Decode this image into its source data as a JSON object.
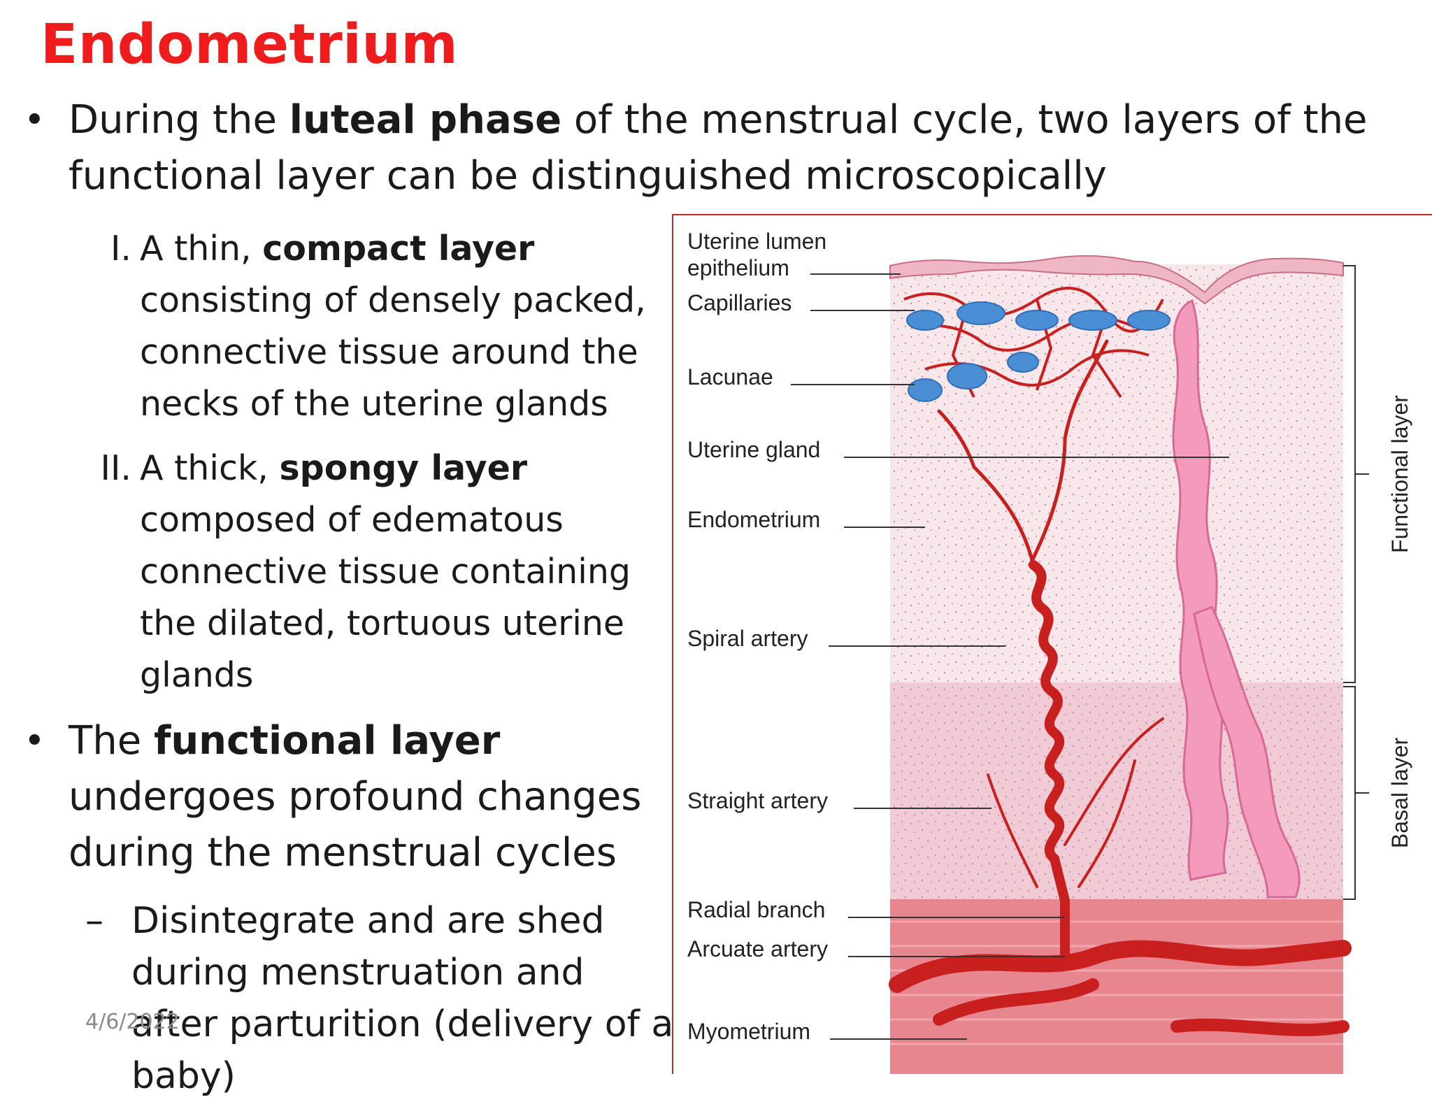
{
  "title": "Endometrium",
  "bullet1": {
    "pre": "During the ",
    "bold": "luteal phase",
    "post": " of the menstrual cycle, two layers of the functional layer can be distinguished microscopically"
  },
  "sub1": {
    "numeral": "I.",
    "pre": "A thin, ",
    "bold": "compact layer",
    "post": " consisting of densely packed, connective tissue around the necks of the uterine glands"
  },
  "sub2": {
    "numeral": "II.",
    "pre": "A thick, ",
    "bold": "spongy layer",
    "post": " composed of edematous connective tissue containing the dilated, tortuous uterine glands"
  },
  "bullet2": {
    "pre": "The ",
    "bold": "functional layer",
    "post": " undergoes profound changes during the menstrual cycles"
  },
  "subsub": {
    "dash": "–",
    "text": "Disintegrate and are shed during menstruation and after parturition (delivery of a baby)"
  },
  "date": "4/6/2022",
  "figure": {
    "labels": {
      "lumen_line1": "Uterine lumen",
      "lumen_line2": "epithelium",
      "capillaries": "Capillaries",
      "lacunae": "Lacunae",
      "uterine_gland": "Uterine gland",
      "endometrium": "Endometrium",
      "spiral_artery": "Spiral artery",
      "straight_artery": "Straight artery",
      "radial_branch": "Radial branch",
      "arcuate_artery": "Arcuate artery",
      "myometrium": "Myometrium",
      "functional_layer": "Functional layer",
      "basal_layer": "Basal layer"
    },
    "colors": {
      "functional": "#f7e6ea",
      "basal": "#f0cad4",
      "myometrium": "#e8868f",
      "artery": "#c8201f",
      "gland": "#f49bbd",
      "lacunae": "#4a8fd6",
      "epithelium": "#efb6c3"
    }
  }
}
